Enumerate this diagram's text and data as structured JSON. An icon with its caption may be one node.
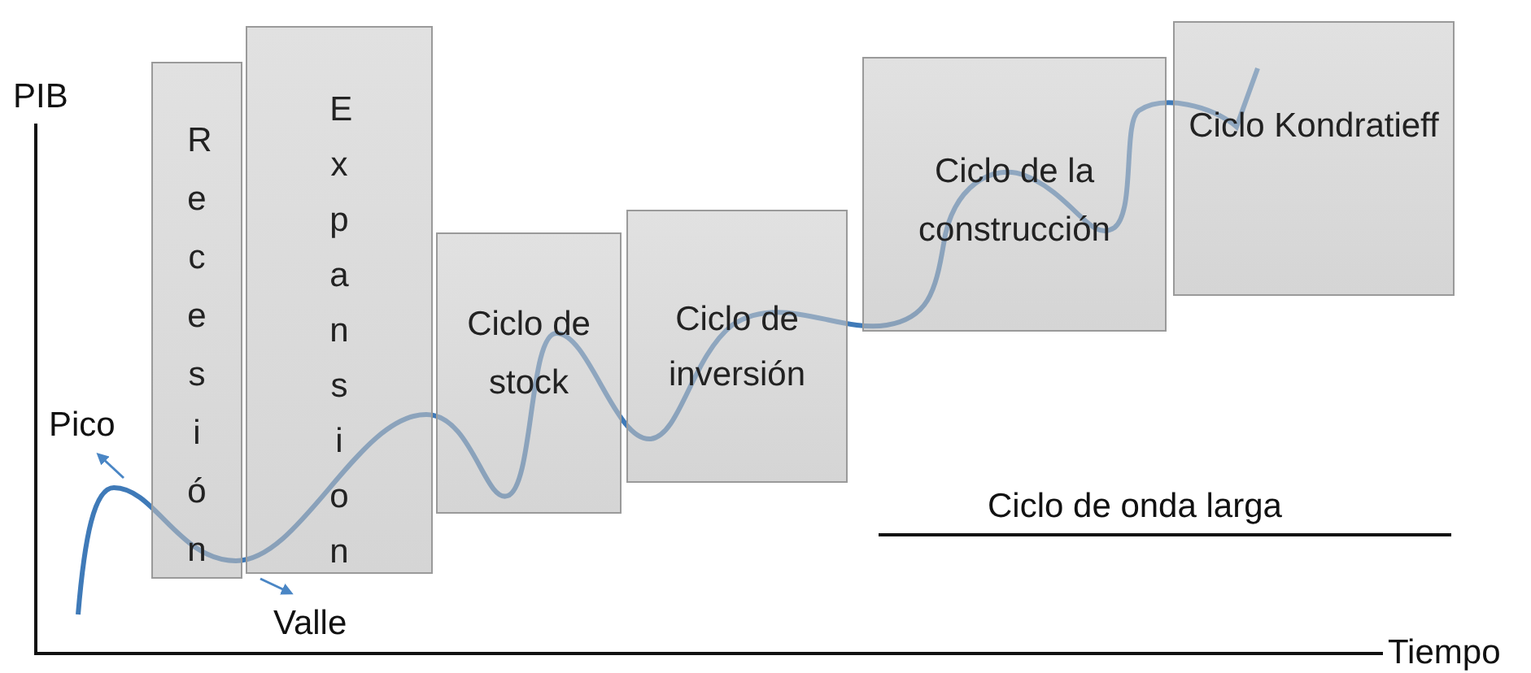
{
  "diagram": {
    "nodes": [
      {
        "text": [
          "Recesión"
        ]
      },
      {
        "text": [
          "Expansion"
        ]
      },
      {
        "text": [
          "Ciclo de stock"
        ]
      },
      {
        "text": [
          "Ciclo de inversión"
        ]
      },
      {
        "text": [
          "Ciclo de la construcción"
        ]
      },
      {
        "text": [
          "Ciclo Kondratieff"
        ]
      }
    ],
    "edges": [],
    "labels": [
      "PIB",
      "Pico",
      "Valle",
      "Ciclo de onda larga",
      "Tiempo"
    ]
  }
}
